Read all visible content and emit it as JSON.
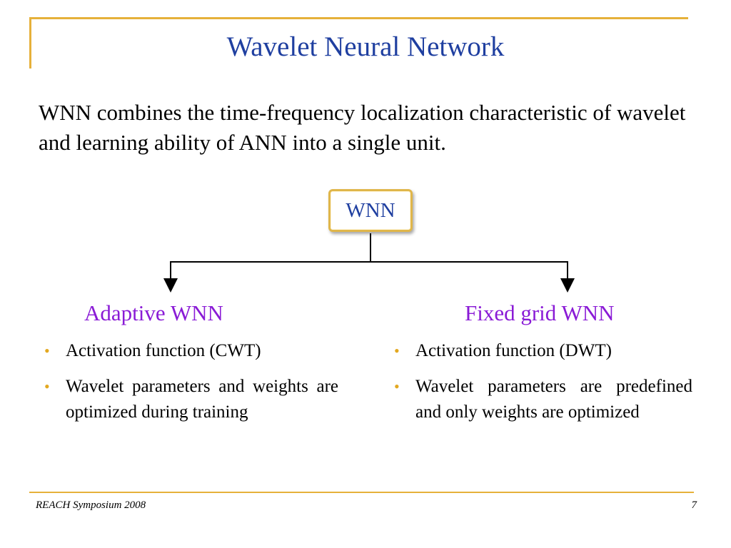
{
  "slide": {
    "title": "Wavelet Neural Network",
    "intro": "WNN combines the time-frequency localization characteristic of wavelet and learning ability of ANN into a single unit.",
    "root_node": "WNN",
    "branches": [
      {
        "title": "Adaptive WNN",
        "bullets": [
          "Activation function (CWT)",
          "Wavelet parameters and weights are optimized during training"
        ]
      },
      {
        "title": "Fixed grid WNN",
        "bullets": [
          "Activation function (DWT)",
          "Wavelet parameters are predefined and only weights are optimized"
        ]
      }
    ],
    "bullet_glyph": "•"
  },
  "footer": {
    "event": "REACH Symposium 2008",
    "page_number": "7"
  },
  "colors": {
    "title": "#1f3fa0",
    "branch_title": "#8a1bd6",
    "accent": "#e6b13a"
  }
}
